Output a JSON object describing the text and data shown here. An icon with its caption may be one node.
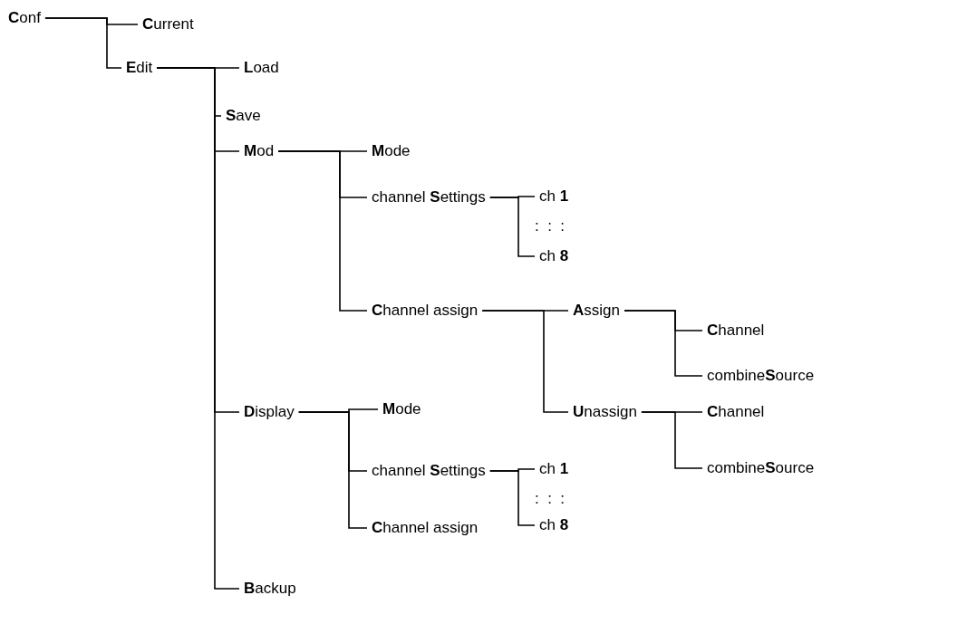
{
  "diagram": {
    "nodes": [
      {
        "text": [
          "**C**onf"
        ]
      },
      {
        "text": [
          "**C**urrent"
        ]
      },
      {
        "text": [
          "**E**dit"
        ]
      },
      {
        "text": [
          "**L**oad"
        ]
      },
      {
        "text": [
          "**S**ave"
        ]
      },
      {
        "text": [
          "**M**od"
        ]
      },
      {
        "text": [
          "**M**ode"
        ]
      },
      {
        "text": [
          "channel **S**ettings"
        ]
      },
      {
        "text": [
          "ch **1**"
        ]
      },
      {
        "text": [
          "ch **8**"
        ]
      },
      {
        "text": [
          "**C**hannel assign"
        ]
      },
      {
        "text": [
          "**A**ssign"
        ]
      },
      {
        "text": [
          "**C**hannel"
        ]
      },
      {
        "text": [
          "combine**S**ource"
        ]
      },
      {
        "text": [
          "**U**nassign"
        ]
      },
      {
        "text": [
          "**C**hannel"
        ]
      },
      {
        "text": [
          "combine**S**ource"
        ]
      },
      {
        "text": [
          "**D**isplay"
        ]
      },
      {
        "text": [
          "**M**ode"
        ]
      },
      {
        "text": [
          "channel **S**ettings"
        ]
      },
      {
        "text": [
          "ch **1**"
        ]
      },
      {
        "text": [
          "ch **8**"
        ]
      },
      {
        "text": [
          "**C**hannel assign"
        ]
      },
      {
        "text": [
          "**B**ackup"
        ]
      }
    ],
    "edges": [
      {
        "from": 0,
        "to": 1,
        "arrow": "none"
      },
      {
        "from": 0,
        "to": 2,
        "arrow": "none"
      },
      {
        "from": 2,
        "to": 3,
        "arrow": "none"
      },
      {
        "from": 2,
        "to": 4,
        "arrow": "none"
      },
      {
        "from": 2,
        "to": 5,
        "arrow": "none"
      },
      {
        "from": 5,
        "to": 6,
        "arrow": "none"
      },
      {
        "from": 5,
        "to": 7,
        "arrow": "none"
      },
      {
        "from": 7,
        "to": 8,
        "arrow": "none"
      },
      {
        "from": 7,
        "to": 9,
        "arrow": "none"
      },
      {
        "from": 5,
        "to": 10,
        "arrow": "none"
      },
      {
        "from": 10,
        "to": 11,
        "arrow": "none"
      },
      {
        "from": 11,
        "to": 12,
        "arrow": "none"
      },
      {
        "from": 11,
        "to": 13,
        "arrow": "none"
      },
      {
        "from": 10,
        "to": 14,
        "arrow": "none"
      },
      {
        "from": 14,
        "to": 15,
        "arrow": "none"
      },
      {
        "from": 14,
        "to": 16,
        "arrow": "none"
      },
      {
        "from": 2,
        "to": 17,
        "arrow": "none"
      },
      {
        "from": 17,
        "to": 18,
        "arrow": "none"
      },
      {
        "from": 17,
        "to": 19,
        "arrow": "none"
      },
      {
        "from": 19,
        "to": 20,
        "arrow": "none"
      },
      {
        "from": 19,
        "to": 21,
        "arrow": "none"
      },
      {
        "from": 17,
        "to": 22,
        "arrow": "none"
      },
      {
        "from": 2,
        "to": 23,
        "arrow": "none"
      }
    ],
    "labels": [
      ":  :  :",
      ":  :  :"
    ]
  }
}
